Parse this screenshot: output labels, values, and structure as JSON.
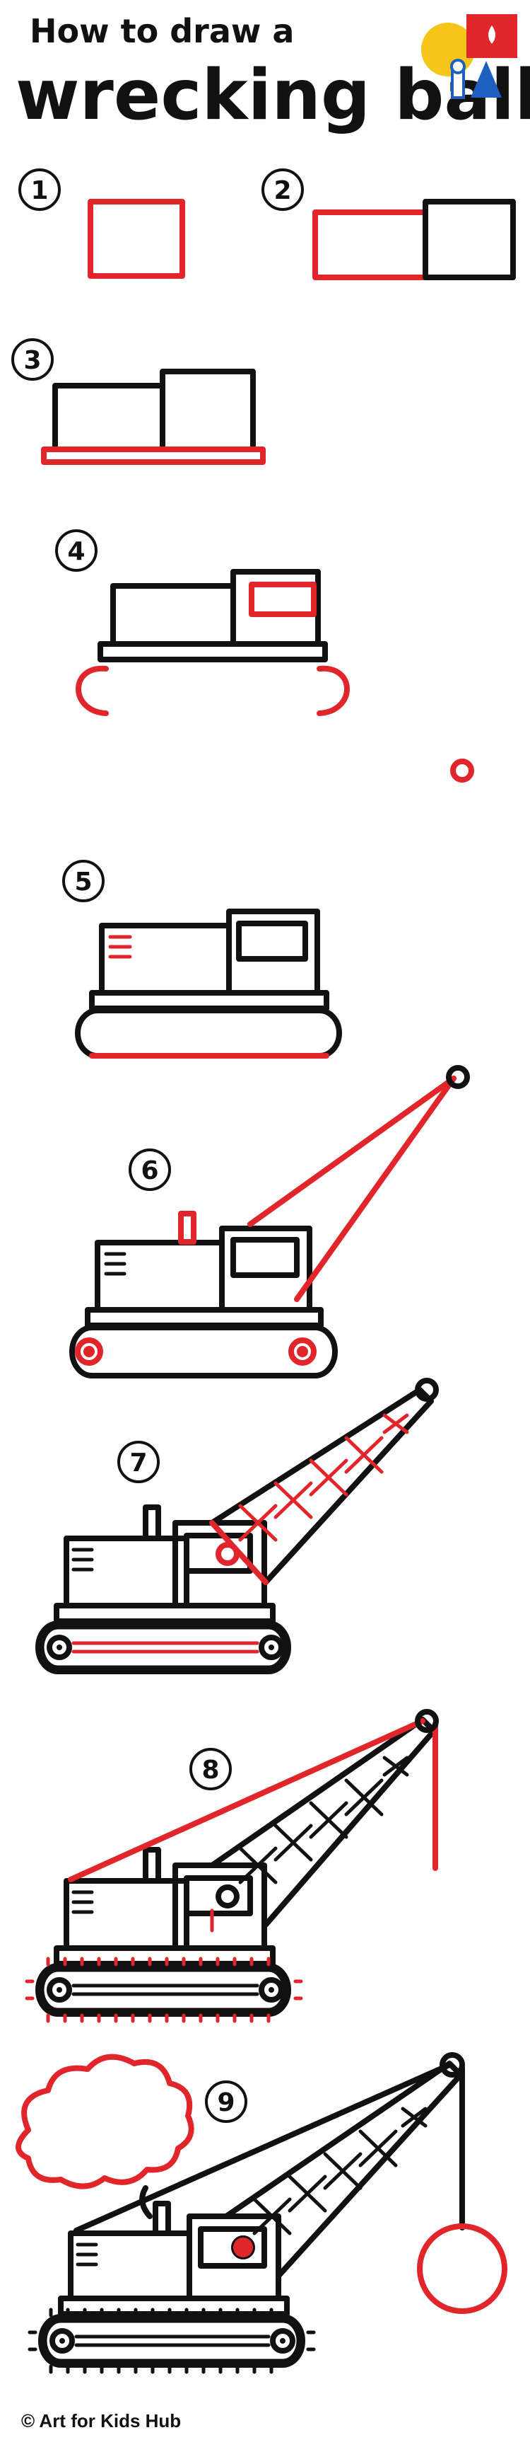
{
  "title": {
    "line1": "How to draw a",
    "line2": "wrecking ball"
  },
  "steps": [
    "1",
    "2",
    "3",
    "4",
    "5",
    "6",
    "7",
    "8",
    "9"
  ],
  "footer": {
    "credit": "© Art for Kids Hub"
  },
  "colors": {
    "black": "#111111",
    "red": "#e0262b",
    "yellow": "#f5c518",
    "blue": "#1f5fbf"
  },
  "logo": {
    "icon": "art-for-kids-hub-logo"
  }
}
